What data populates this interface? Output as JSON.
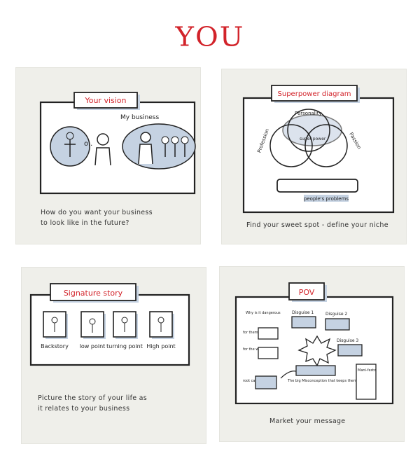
{
  "page": {
    "title": "YOU"
  },
  "cards": [
    {
      "heading": "Your vision",
      "caption_line1": "How do you want your business",
      "caption_line2": "to look like in the future?",
      "labels": {
        "business": "My business"
      }
    },
    {
      "heading": "Superpower diagram",
      "caption_line1": "Find your sweet spot - define your niche",
      "labels": {
        "personality": "Personality",
        "profession": "Profession",
        "passion": "Passion",
        "superpower": "super power",
        "problems": "people's problems"
      }
    },
    {
      "heading": "Signature story",
      "caption_line1": "Picture the story of your life as",
      "caption_line2": "it relates to your business",
      "panels": [
        "Backstory",
        "low point",
        "turning point",
        "High point"
      ]
    },
    {
      "heading": "POV",
      "caption_line1": "Market your message",
      "labels": {
        "disguise1": "Disguise 1",
        "disguise2": "Disguise 2",
        "disguise3": "Disguise 3",
        "why": "Why is it dangerous",
        "forthem": "for them",
        "fortheworld": "for the world",
        "rootcause": "root cause",
        "misconception": "The big Misconception that keeps them STUCK",
        "manifesto": "Mani-festo"
      }
    }
  ],
  "colors": {
    "accent": "#d2232a",
    "card_bg": "#efefea",
    "ink": "#222222",
    "shade": "#c5d2e2"
  }
}
